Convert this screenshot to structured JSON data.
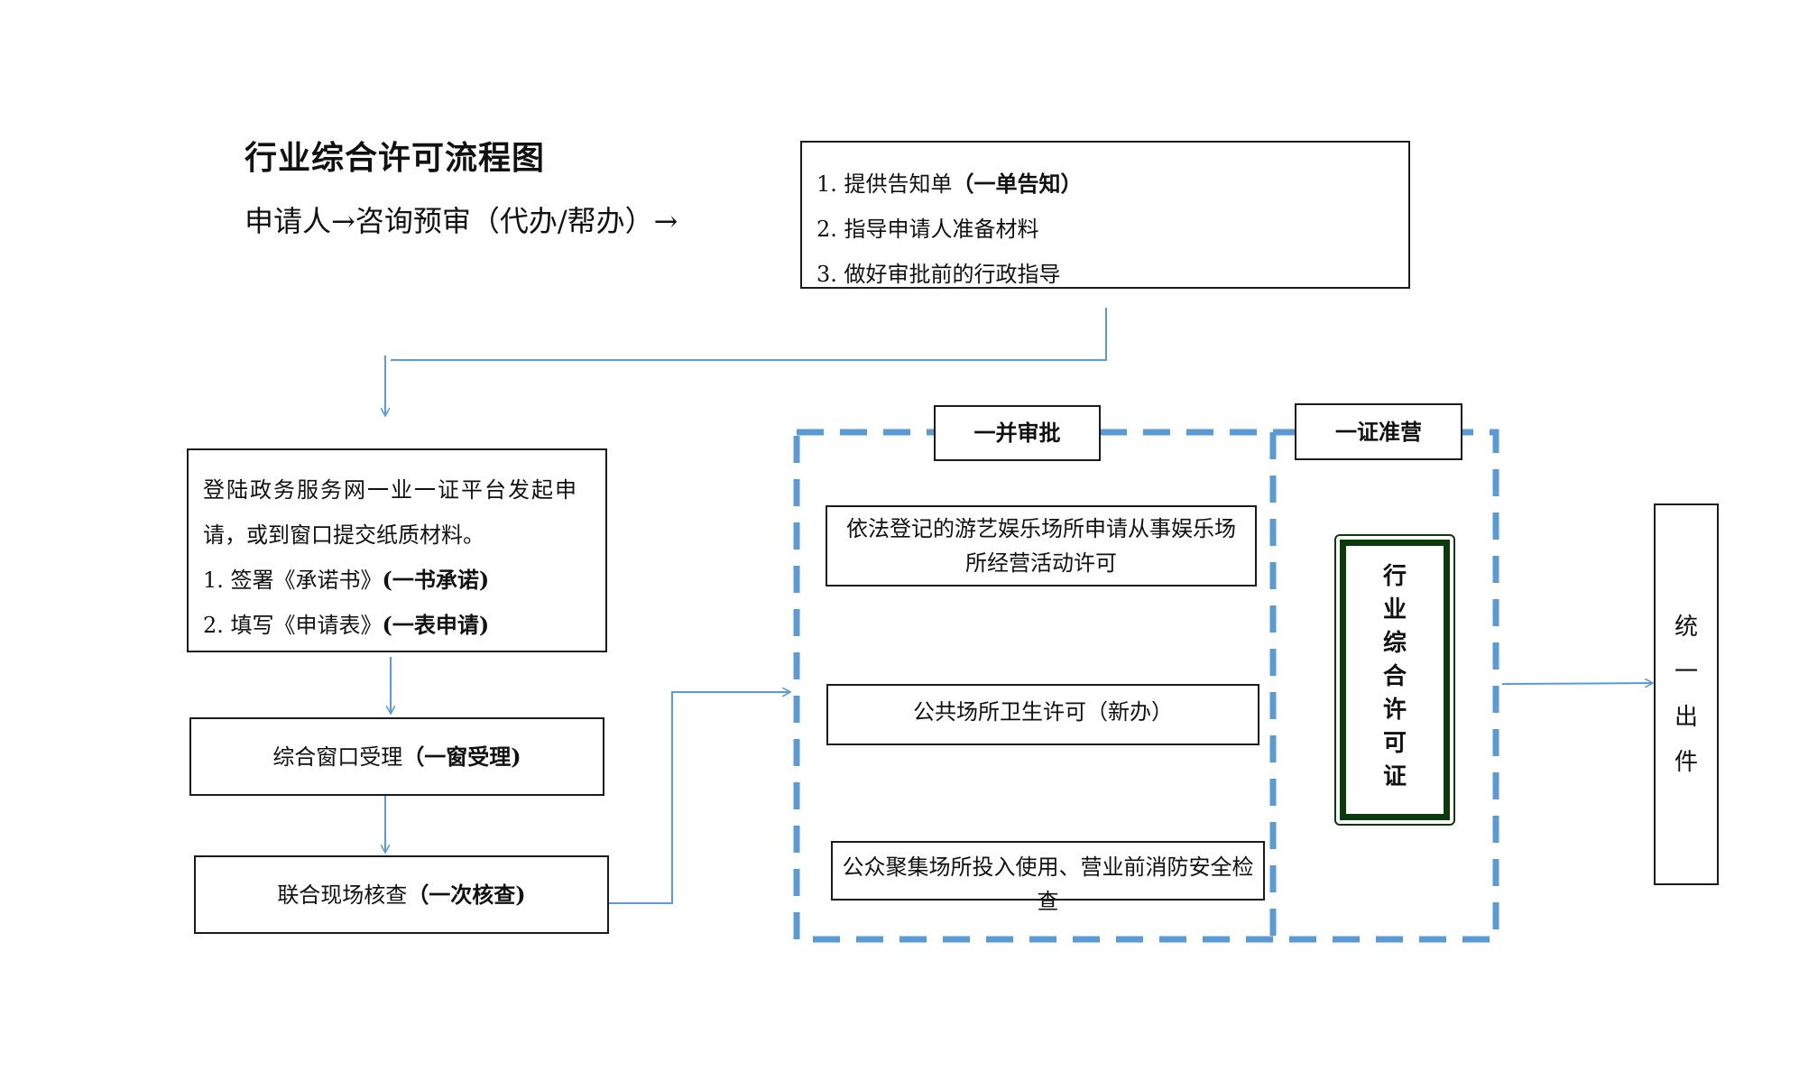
{
  "title": "行业综合许可流程图",
  "subtitle": "申请人→咨询预审（代办/帮办）→",
  "consult_box": {
    "items": [
      {
        "num": "1.",
        "text": "提供告知单",
        "tag": "（一单告知）"
      },
      {
        "num": "2.",
        "text": "指导申请人准备材料",
        "tag": ""
      },
      {
        "num": "3.",
        "text": "做好审批前的行政指导",
        "tag": ""
      }
    ]
  },
  "apply_box": {
    "line1": "登陆政务服务网一业一证平台发起申",
    "line2": "请，或到窗口提交纸质材料。",
    "items": [
      {
        "num": "1.",
        "text": "签署《承诺书》",
        "tag": "(一书承诺)"
      },
      {
        "num": "2.",
        "text": "填写《申请表》",
        "tag": "(一表申请)"
      }
    ]
  },
  "window_box": {
    "text": "综合窗口受理",
    "tag": "（一窗受理)"
  },
  "inspect_box": {
    "text": "联合现场核查",
    "tag": "（一次核查)"
  },
  "joint_approval": {
    "label": "一并审批",
    "items": [
      "依法登记的游艺娱乐场所申请从事娱乐场所经营活动许可",
      "公共场所卫生许可（新办）",
      "公众聚集场所投入使用、营业前消防安全检查"
    ]
  },
  "one_license": {
    "label": "一证准营",
    "license_chars": [
      "行",
      "业",
      "综",
      "合",
      "许",
      "可",
      "证"
    ]
  },
  "output_box": {
    "chars": [
      "统",
      "一",
      "出",
      "件"
    ]
  },
  "colors": {
    "connector": "#5b9bd5",
    "dashed_border": "#5b9bd5",
    "license_border": "#0b3a0b",
    "box_border": "#1a1a1a"
  }
}
